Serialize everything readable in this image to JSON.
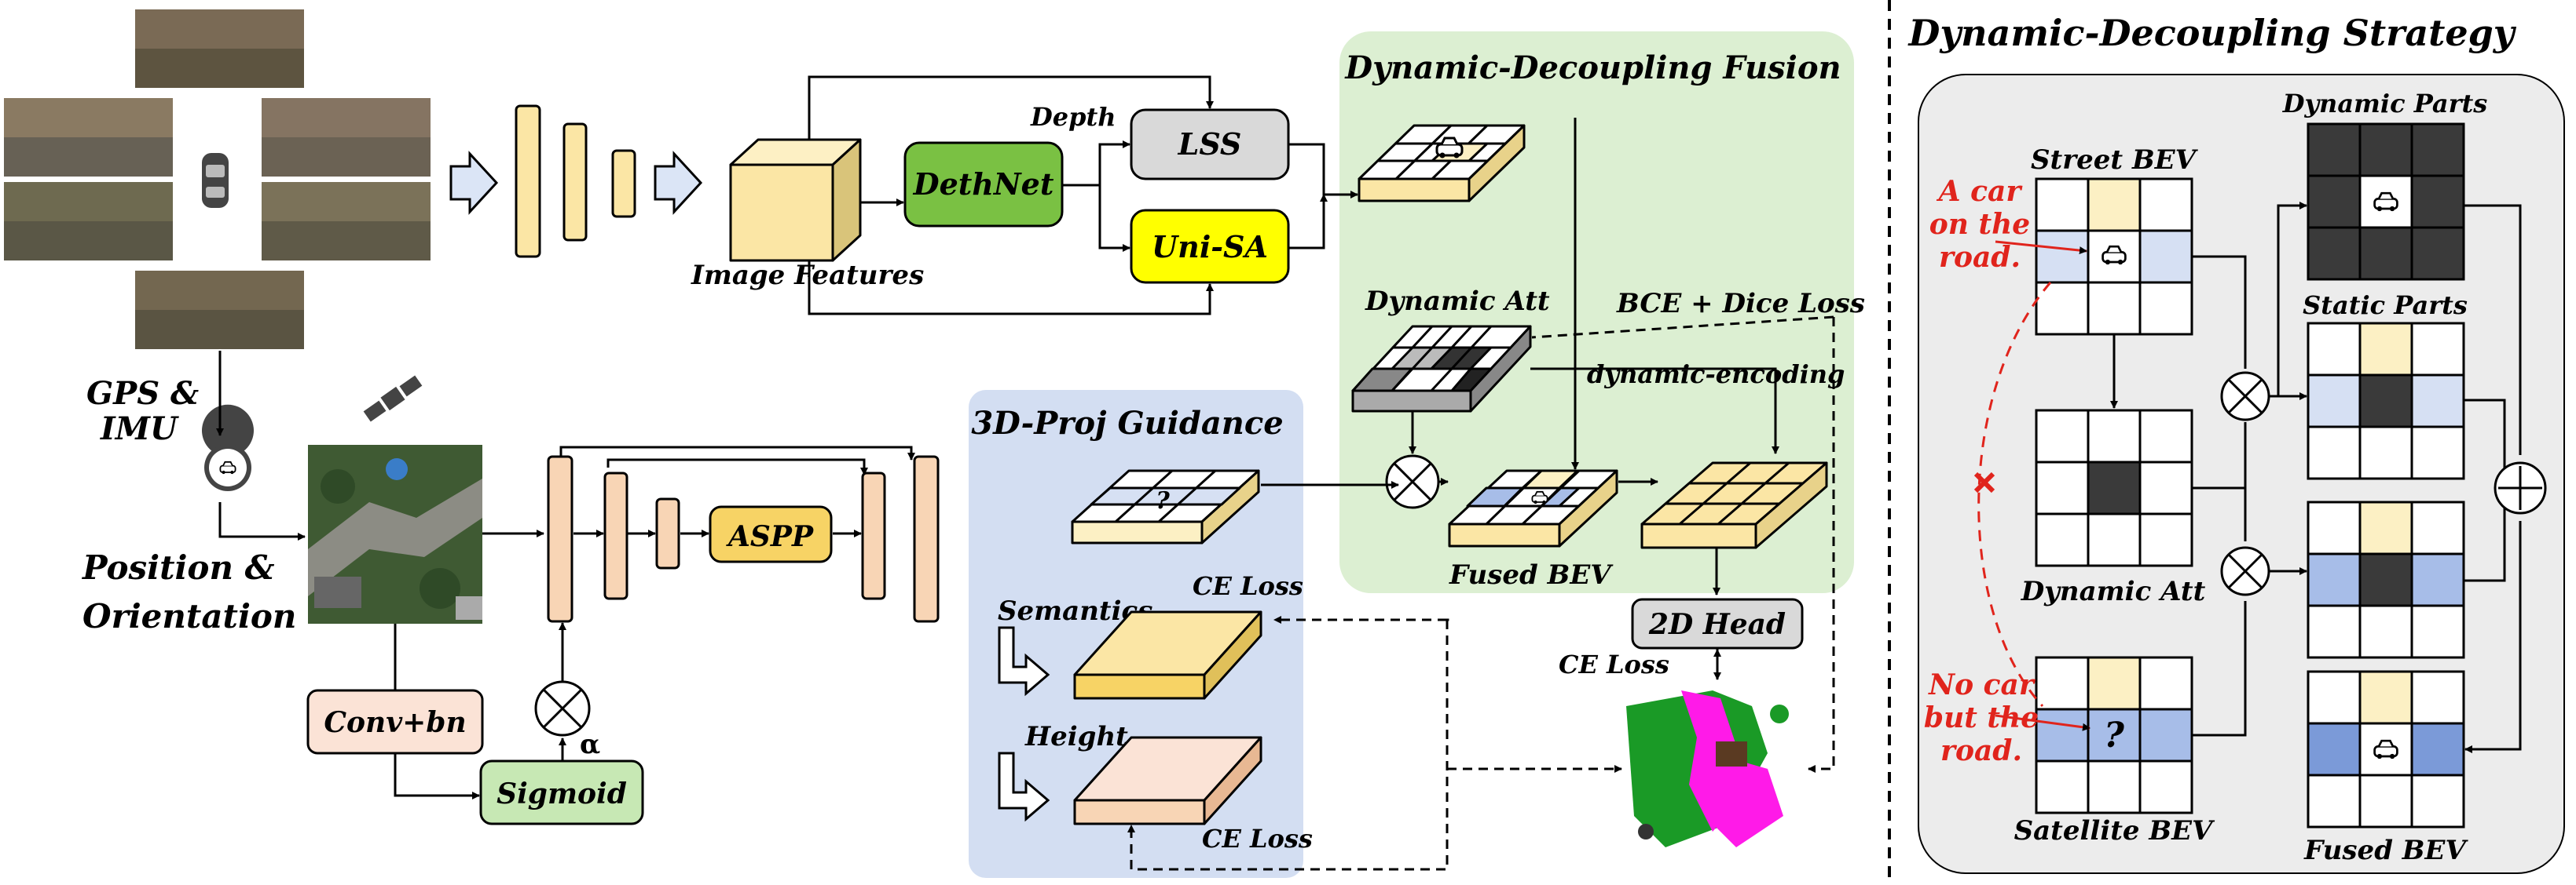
{
  "labels": {
    "gps_imu_1": "GPS &",
    "gps_imu_2": "IMU",
    "position_1": "Position &",
    "position_2": "Orientation",
    "image_features": "Image Features",
    "depth": "Depth",
    "dethnet": "DethNet",
    "lss": "LSS",
    "uni_sa": "Uni-SA",
    "aspp": "ASPP",
    "conv_bn": "Conv+bn",
    "sigmoid": "Sigmoid",
    "alpha": "α",
    "proj_title": "3D-Proj Guidance",
    "semantics": "Semantics",
    "height": "Height",
    "ce_loss_sem": "CE Loss",
    "ce_loss_height": "CE Loss",
    "ce_loss_head": "CE Loss",
    "fusion_title": "Dynamic-Decoupling Fusion",
    "dynamic_att": "Dynamic Att",
    "bce_dice": "BCE + Dice Loss",
    "dynamic_encoding": "dynamic-encoding",
    "fused_bev": "Fused BEV",
    "head_2d": "2D Head",
    "question": "?"
  },
  "strategy": {
    "title": "Dynamic-Decoupling Strategy",
    "street_bev": "Street BEV",
    "dynamic_att": "Dynamic Att",
    "satellite_bev": "Satellite BEV",
    "dynamic_parts": "Dynamic Parts",
    "static_parts": "Static Parts",
    "fused_bev": "Fused BEV",
    "note_car_1": "A car",
    "note_car_2": "on the",
    "note_car_3": "road.",
    "note_nocar_1": "No car",
    "note_nocar_2": "but the",
    "note_nocar_3": "road.",
    "question": "?"
  },
  "colors": {
    "fusion_bg": "#dcefd2",
    "proj_bg": "#d3def2",
    "strategy_bg": "#ececec",
    "yellow_block": "#fbe6a5",
    "orange_block": "#f8d5b5",
    "dethnet": "#7ac143",
    "uni_sa": "#ffff00",
    "aspp": "#f7d365",
    "sigmoid": "#c7e8b4",
    "conv_bn": "#fbe3d6",
    "lss": "#d9d9d9",
    "light_blue": "#d6e0f3",
    "mid_blue": "#a7bde8",
    "light_yellow": "#fcf0c4",
    "dark_cell": "#3a3a3a",
    "note_red": "#e0241c"
  }
}
